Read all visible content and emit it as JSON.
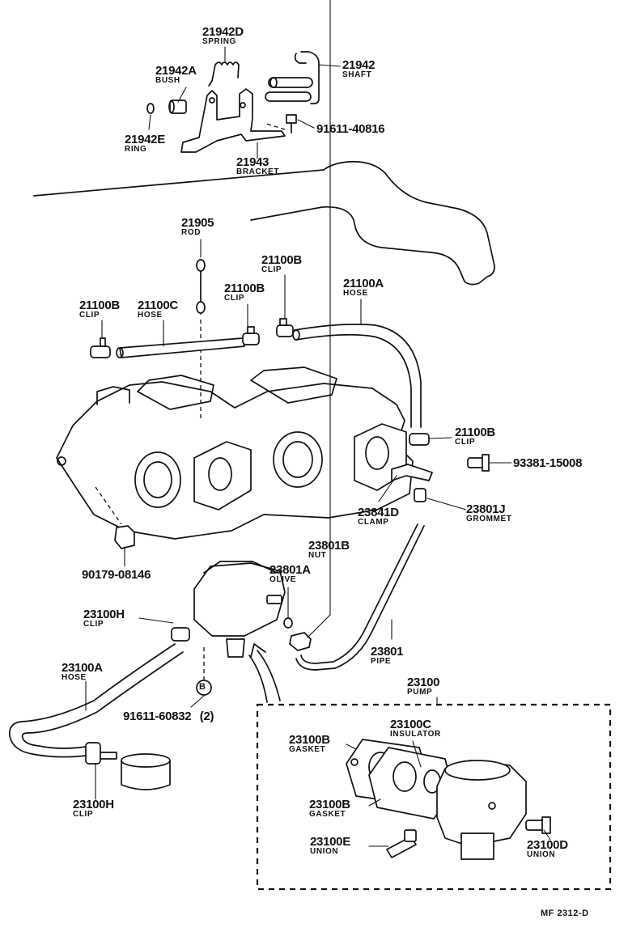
{
  "diagram": {
    "ref_code": "MF 2312-D",
    "parts": [
      {
        "id": "p21942D",
        "number": "21942D",
        "name": "SPRING"
      },
      {
        "id": "p21942A",
        "number": "21942A",
        "name": "BUSH"
      },
      {
        "id": "p21942",
        "number": "21942",
        "name": "SHAFT"
      },
      {
        "id": "p21942E",
        "number": "21942E",
        "name": "RING"
      },
      {
        "id": "p91611_40816",
        "number": "91611-40816",
        "name": ""
      },
      {
        "id": "p21943",
        "number": "21943",
        "name": "BRACKET"
      },
      {
        "id": "p21905",
        "number": "21905",
        "name": "ROD"
      },
      {
        "id": "p21100B_a",
        "number": "21100B",
        "name": "CLIP"
      },
      {
        "id": "p21100A",
        "number": "21100A",
        "name": "HOSE"
      },
      {
        "id": "p21100B_b",
        "number": "21100B",
        "name": "CLIP"
      },
      {
        "id": "p21100B_c",
        "number": "21100B",
        "name": "CLIP"
      },
      {
        "id": "p21100C",
        "number": "21100C",
        "name": "HOSE"
      },
      {
        "id": "p21100B_d",
        "number": "21100B",
        "name": "CLIP"
      },
      {
        "id": "p93381_15008",
        "number": "93381-15008",
        "name": ""
      },
      {
        "id": "p23841D",
        "number": "23841D",
        "name": "CLAMP"
      },
      {
        "id": "p23801J",
        "number": "23801J",
        "name": "GROMMET"
      },
      {
        "id": "p23801B",
        "number": "23801B",
        "name": "NUT"
      },
      {
        "id": "p90179_08146",
        "number": "90179-08146",
        "name": ""
      },
      {
        "id": "p23801A",
        "number": "23801A",
        "name": "OLIVE"
      },
      {
        "id": "p23100H_a",
        "number": "23100H",
        "name": "CLIP"
      },
      {
        "id": "p23801",
        "number": "23801",
        "name": "PIPE"
      },
      {
        "id": "p23100A",
        "number": "23100A",
        "name": "HOSE"
      },
      {
        "id": "p23100",
        "number": "23100",
        "name": "PUMP"
      },
      {
        "id": "p91611_60832",
        "number": "91611-60832",
        "name": "(2)"
      },
      {
        "id": "p23100C",
        "number": "23100C",
        "name": "INSULATOR"
      },
      {
        "id": "p23100B_a",
        "number": "23100B",
        "name": "GASKET"
      },
      {
        "id": "p23100B_b",
        "number": "23100B",
        "name": "GASKET"
      },
      {
        "id": "p23100H_b",
        "number": "23100H",
        "name": "CLIP"
      },
      {
        "id": "p23100E",
        "number": "23100E",
        "name": "UNION"
      },
      {
        "id": "p23100D",
        "number": "23100D",
        "name": "UNION"
      }
    ],
    "marker_b": "B"
  }
}
